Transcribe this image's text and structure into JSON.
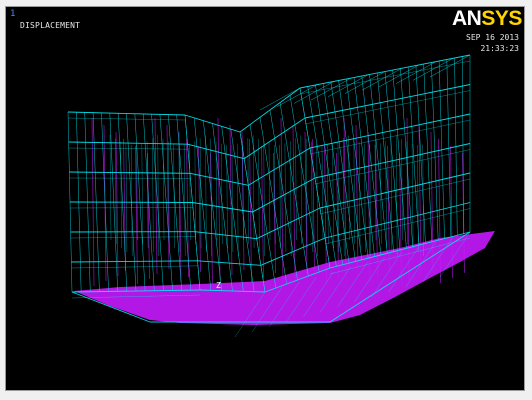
{
  "window": {
    "number": "1",
    "title": "DISPLACEMENT"
  },
  "logo": {
    "part1": "AN",
    "part2": "SYS"
  },
  "stamp": {
    "date": "SEP 16 2013",
    "time": "21:33:23"
  },
  "markers": {
    "origin": "Z"
  },
  "colors": {
    "background": "#000000",
    "undeformed_mesh": "#00e5ee",
    "deformed_mesh": "#c71aff",
    "window_number": "#3c8cff",
    "logo_yellow": "#ffd400"
  }
}
